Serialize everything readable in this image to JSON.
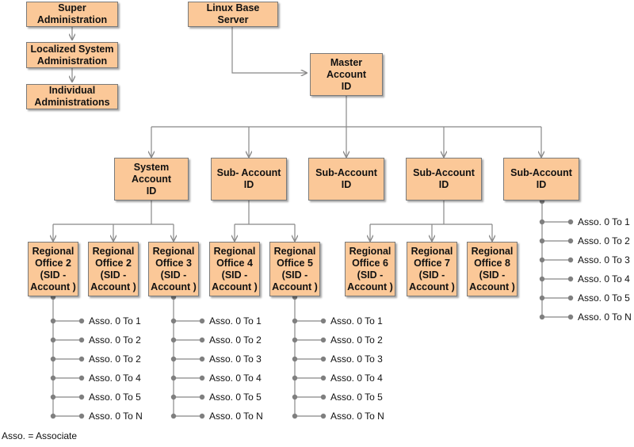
{
  "legend": {
    "super": "Super\nAdministration",
    "localized": "Localized System\nAdministration",
    "individual": "Individual\nAdministrations"
  },
  "root": {
    "linux_server": "Linux Base Server",
    "master_account": "Master\nAccount\nID"
  },
  "accounts": [
    "System\nAccount\nID",
    "Sub- Account\nID",
    "Sub-Account\nID",
    "Sub-Account\nID",
    "Sub-Account\nID"
  ],
  "offices": [
    "Regional\nOffice 2\n(SID -\nAccount )",
    "Regional\nOffice 2\n(SID -\nAccount )",
    "Regional\nOffice 3\n(SID -\nAccount )",
    "Regional\nOffice 4\n(SID -\nAccount )",
    "Regional\nOffice 5\n(SID -\nAccount )",
    "Regional\nOffice 6\n(SID -\nAccount )",
    "Regional\nOffice 7\n(SID -\nAccount )",
    "Regional\nOffice 8\n(SID -\nAccount )"
  ],
  "associate_lists": {
    "office_2": [
      "Asso. 0 To 1",
      "Asso. 0 To 2",
      "Asso. 0 To 2",
      "Asso. 0 To 4",
      "Asso. 0 To 5",
      "Asso. 0 To N"
    ],
    "office_3": [
      "Asso. 0 To 1",
      "Asso. 0 To 2",
      "Asso. 0 To 3",
      "Asso. 0 To 4",
      "Asso. 0 To 5",
      "Asso. 0 To N"
    ],
    "office_5": [
      "Asso. 0 To 1",
      "Asso. 0 To 2",
      "Asso. 0 To 3",
      "Asso. 0 To 4",
      "Asso. 0 To 5",
      "Asso. 0 To N"
    ],
    "sub_account_5": [
      "Asso. 0 To 1",
      "Asso. 0 To 2",
      "Asso. 0 To 3",
      "Asso. 0 To 4",
      "Asso. 0 To 5",
      "Asso. 0 To N"
    ]
  },
  "footnote": "Asso. = Associate",
  "colors": {
    "box_fill": "#fbc898",
    "box_border": "#7a7a7a",
    "connector": "#888888",
    "node_dot": "#7f7f7f"
  }
}
